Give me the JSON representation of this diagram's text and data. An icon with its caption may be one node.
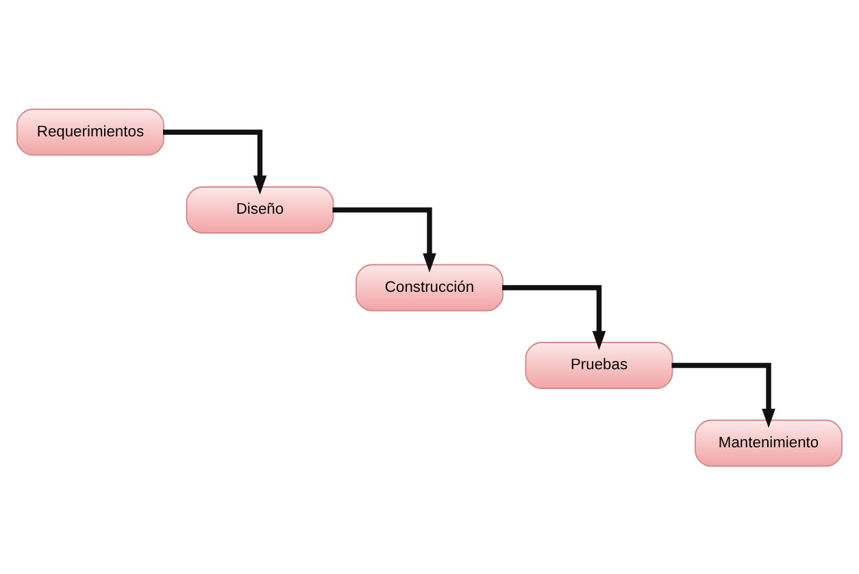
{
  "diagram": {
    "nodes": [
      {
        "text": [
          "Requerimientos"
        ]
      },
      {
        "text": [
          "Diseño"
        ]
      },
      {
        "text": [
          "Construcción"
        ]
      },
      {
        "text": [
          "Pruebas"
        ]
      },
      {
        "text": [
          "Mantenimiento"
        ]
      }
    ],
    "edges": [
      {
        "from": 0,
        "to": 1,
        "arrow": "to"
      },
      {
        "from": 1,
        "to": 2,
        "arrow": "to"
      },
      {
        "from": 2,
        "to": 3,
        "arrow": "to"
      },
      {
        "from": 3,
        "to": 4,
        "arrow": "to"
      }
    ]
  }
}
